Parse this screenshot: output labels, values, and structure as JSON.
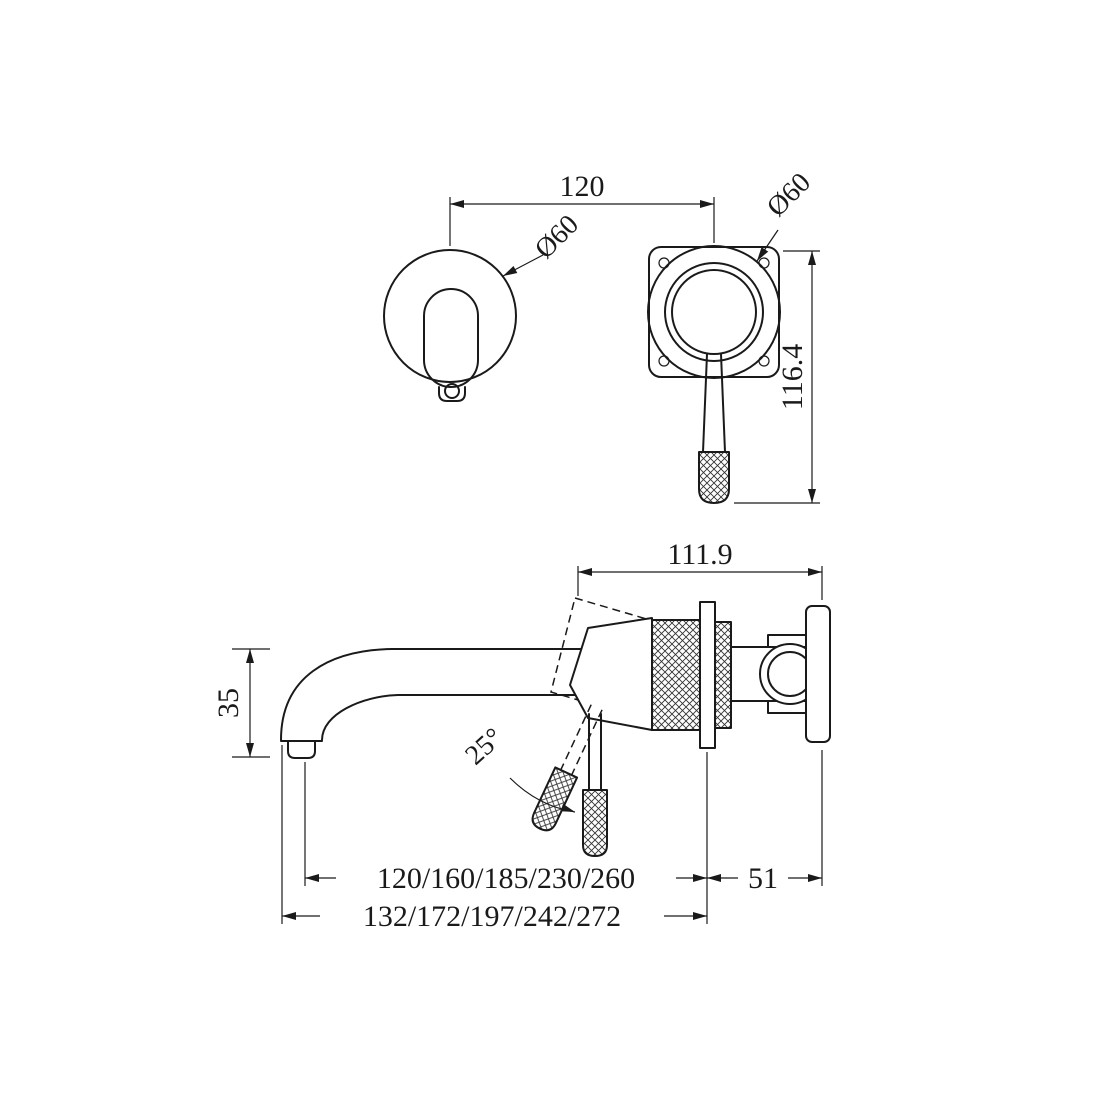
{
  "canvas": {
    "background": "#ffffff",
    "line_color": "#1a1a1a"
  },
  "top_view": {
    "center_distance_label": "120",
    "left_diameter_label": "Ø60",
    "right_diameter_label": "Ø60",
    "height_label": "116.4"
  },
  "side_view": {
    "depth_label": "111.9",
    "spout_height_label": "35",
    "lever_angle_label": "25°",
    "spout_reach_label": "120/160/185/230/260",
    "overall_reach_label": "132/172/197/242/272",
    "wall_offset_label": "51"
  }
}
